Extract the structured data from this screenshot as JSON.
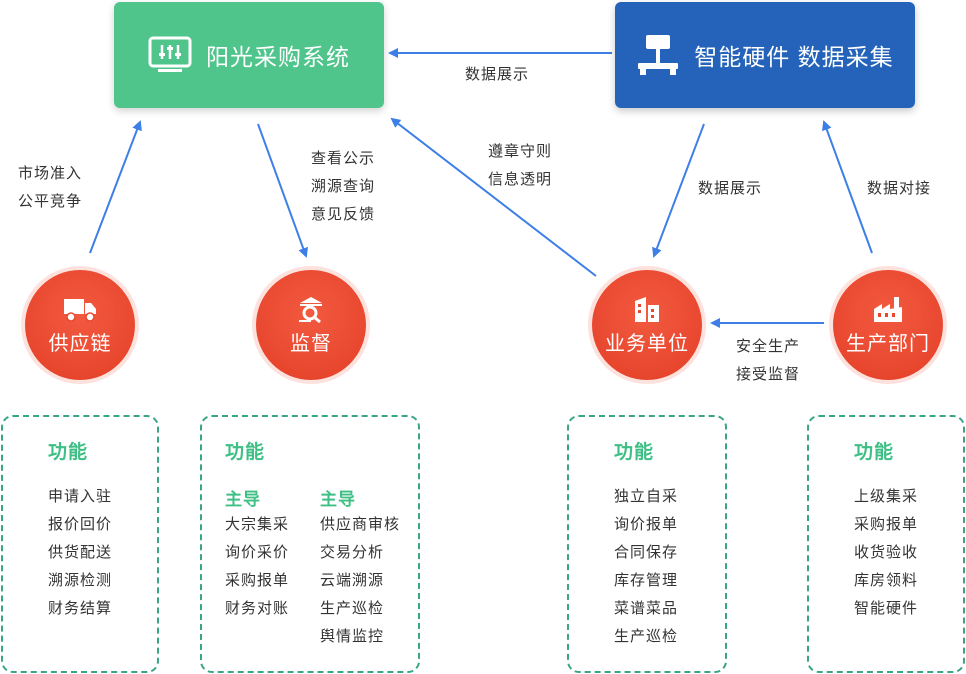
{
  "nodes": {
    "sun": {
      "title": "阳光采购系统",
      "icon": "monitor-sliders-icon"
    },
    "hardware": {
      "title": "智能硬件 数据采集",
      "icon": "scale-icon"
    },
    "supply": {
      "label": "供应链",
      "icon": "truck-icon"
    },
    "supervision": {
      "label": "监督",
      "icon": "magnifier-shield-icon"
    },
    "business": {
      "label": "业务单位",
      "icon": "buildings-icon"
    },
    "production": {
      "label": "生产部门",
      "icon": "factory-icon"
    }
  },
  "edges": {
    "hw_to_sun": "数据展示",
    "supply_to_sun": [
      "市场准入",
      "公平竞争"
    ],
    "sun_to_super": [
      "查看公示",
      "溯源查询",
      "意见反馈"
    ],
    "biz_to_sun": [
      "遵章守则",
      "信息透明"
    ],
    "hw_to_biz": "数据展示",
    "prod_to_hw": "数据对接",
    "prod_to_biz": [
      "安全生产",
      "接受监督"
    ]
  },
  "panels": {
    "supply": {
      "title": "功能",
      "items": [
        "申请入驻",
        "报价回价",
        "供货配送",
        "溯源检测",
        "财务结算"
      ]
    },
    "supervision": {
      "title": "功能",
      "col1": {
        "heading": "主导",
        "items": [
          "大宗集采",
          "询价采价",
          "采购报单",
          "财务对账"
        ]
      },
      "col2": {
        "heading": "主导",
        "items": [
          "供应商审核",
          "交易分析",
          "云端溯源",
          "生产巡检",
          "舆情监控"
        ]
      }
    },
    "business": {
      "title": "功能",
      "items": [
        "独立自采",
        "询价报单",
        "合同保存",
        "库存管理",
        "菜谱菜品",
        "生产巡检"
      ]
    },
    "production": {
      "title": "功能",
      "items": [
        "上级集采",
        "采购报单",
        "收货验收",
        "库房领料",
        "智能硬件"
      ]
    }
  },
  "colors": {
    "green": "#4fc48b",
    "blue": "#2463b9",
    "red": "#e8472e",
    "arrow": "#3d7fe6",
    "dashed": "#3aa488",
    "accent_text": "#3fbf85"
  }
}
